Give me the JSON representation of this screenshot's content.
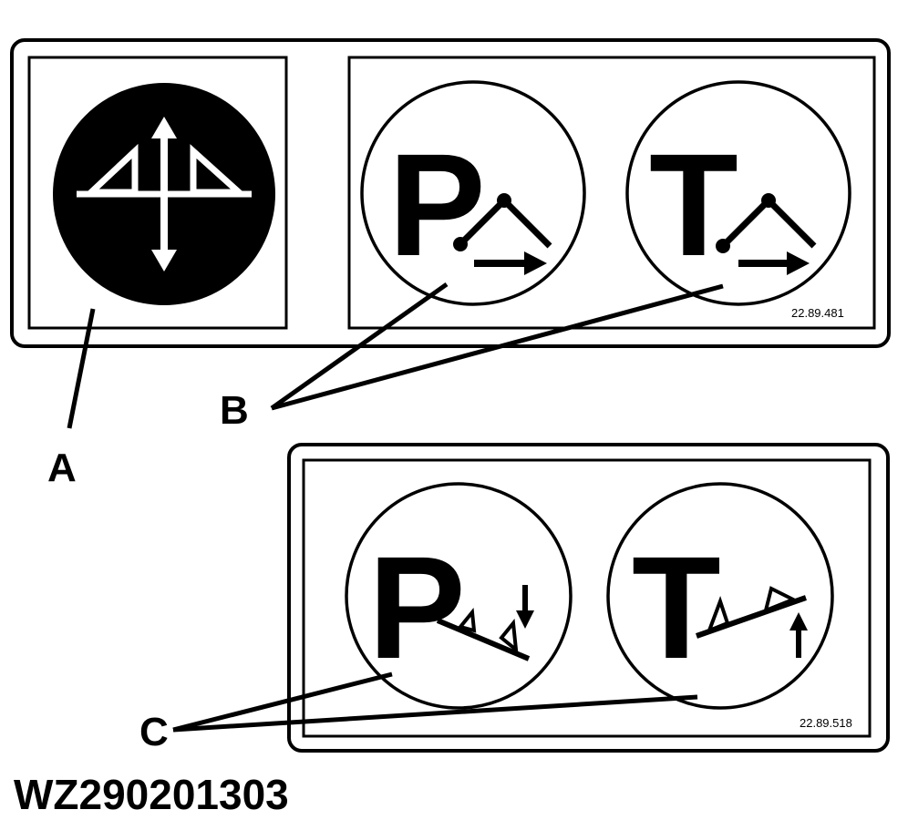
{
  "top_decal": {
    "part_number": "22.89.481",
    "circle_p_letter": "P",
    "circle_t_letter": "T"
  },
  "bottom_decal": {
    "part_number": "22.89.518",
    "circle_p_letter": "P",
    "circle_t_letter": "T"
  },
  "callouts": {
    "a": "A",
    "b": "B",
    "c": "C"
  },
  "figure_id": "WZ290201303",
  "icons": {
    "joystick": "joystick-hitch-symbol-icon",
    "hitch_float_right": "hitch-position-arrow-icon",
    "hitch_raise_lower": "hitch-raise-lower-icon"
  },
  "colors": {
    "ink": "#000000",
    "paper": "#ffffff"
  }
}
